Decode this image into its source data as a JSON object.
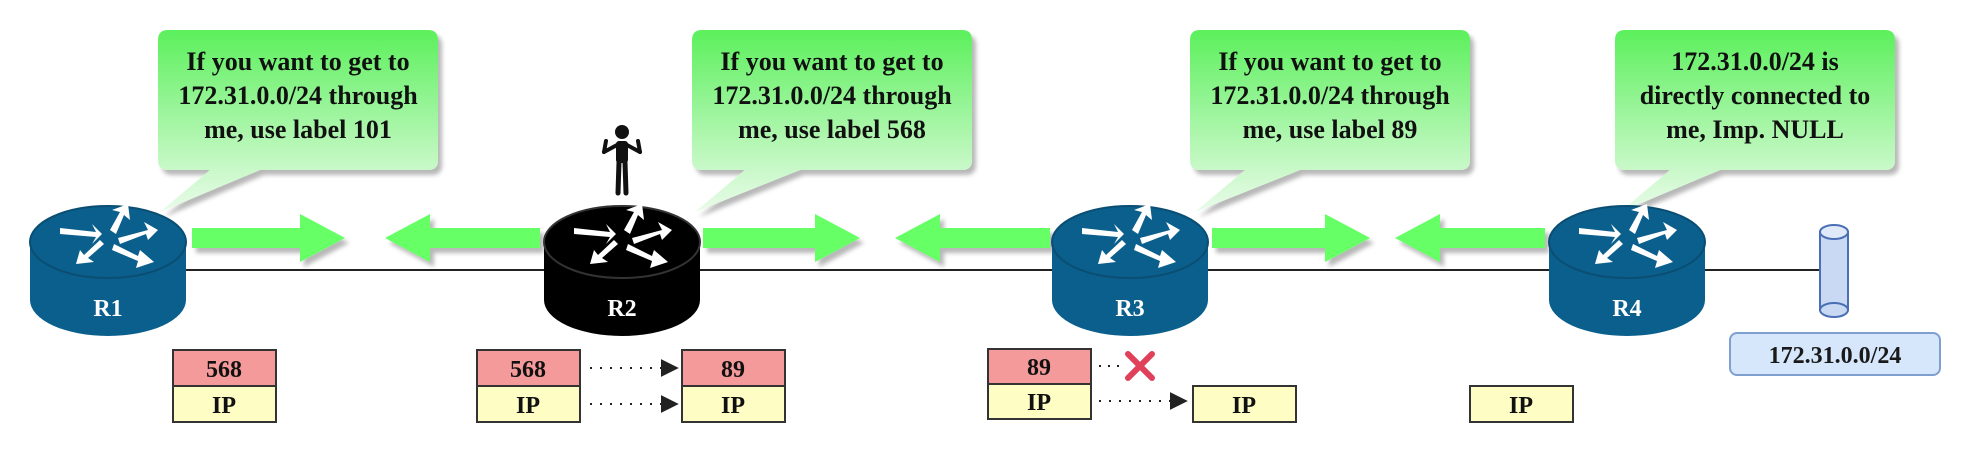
{
  "colors": {
    "router_blue": "#0b5f8c",
    "router_black": "#000000",
    "arrow_green": "#66ff66",
    "bubble_green_top": "#66f066",
    "bubble_green_bottom": "#e4fbe4",
    "label_red": "#f59a9a",
    "ip_yellow": "#fdfdc4",
    "drop_x": "#e0405a",
    "network_box": "#d6e6fb"
  },
  "bubbles": [
    {
      "lines": [
        "If you want to get to",
        "172.31.0.0/24 through",
        "me, use label 101"
      ]
    },
    {
      "lines": [
        "If you want to get to",
        "172.31.0.0/24 through",
        "me, use label 568"
      ]
    },
    {
      "lines": [
        "If you want to get to",
        "172.31.0.0/24 through",
        "me, use label 89"
      ]
    },
    {
      "lines": [
        "172.31.0.0/24 is",
        "directly connected to",
        "me, Imp. NULL"
      ]
    }
  ],
  "routers": [
    {
      "label": "R1"
    },
    {
      "label": "R2"
    },
    {
      "label": "R3"
    },
    {
      "label": "R4"
    }
  ],
  "packets": {
    "r1_in": {
      "label": "568",
      "ip": "IP"
    },
    "r2_in": {
      "label": "568",
      "ip": "IP"
    },
    "r2_out": {
      "label": "89",
      "ip": "IP"
    },
    "r3_in": {
      "label": "89",
      "ip": "IP"
    },
    "r3_out": {
      "ip": "IP"
    },
    "r4": {
      "ip": "IP"
    }
  },
  "network": {
    "prefix": "172.31.0.0/24"
  },
  "icons": {
    "person": "person-icon",
    "router": "router-icon",
    "drop": "drop-x-icon",
    "network": "network-cylinder-icon"
  }
}
